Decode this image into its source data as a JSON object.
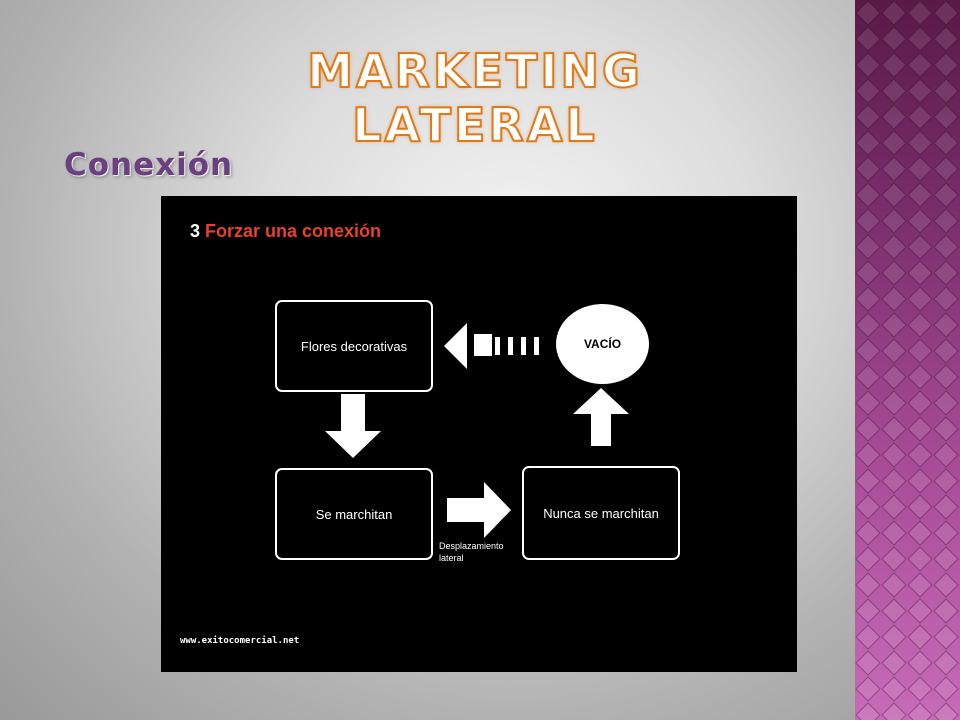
{
  "slide": {
    "title": "MARKETING LATERAL",
    "subtitle": "Conexión"
  },
  "diagram": {
    "step_number": "3",
    "heading": "Forzar una conexión",
    "nodes": {
      "flores": "Flores decorativas",
      "marchitan": "Se marchitan",
      "nunca": "Nunca se marchitan",
      "vacio": "VACÍO"
    },
    "edge_label_line1": "Desplazamiento",
    "edge_label_line2": "lateral",
    "footer_url": "www.exitocomercial.net"
  },
  "colors": {
    "title_outline": "#e07a18",
    "subtitle": "#6b3f80",
    "heading_accent": "#e8412c",
    "panel_background": "#000000",
    "sidebar": "#a94c98"
  }
}
